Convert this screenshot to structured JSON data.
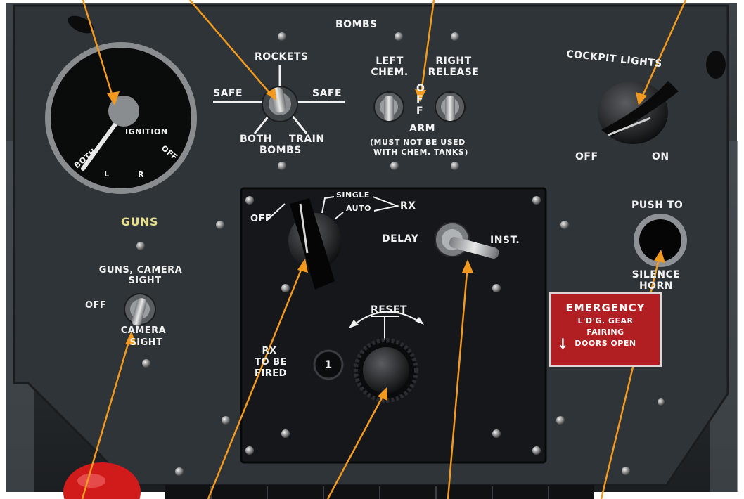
{
  "panel": {
    "bombs_title": "BOMBS",
    "ignition_gauge": {
      "label": "IGNITION",
      "positions": [
        "BOTH",
        "L",
        "R",
        "OFF"
      ]
    },
    "bomb_rocket_selector": {
      "top": "ROCKETS",
      "left": "SAFE",
      "right": "SAFE",
      "bottom_left": "BOTH",
      "bottom_right": "TRAIN",
      "bottom_caption": "BOMBS"
    },
    "bomb_release": {
      "left_label_1": "LEFT",
      "left_label_2": "CHEM.",
      "right_label_1": "RIGHT",
      "right_label_2": "RELEASE",
      "center_vertical": "OFF",
      "arm": "ARM",
      "warning_1": "(MUST NOT BE USED",
      "warning_2": "WITH CHEM. TANKS)"
    },
    "cockpit_lights": {
      "title": "COCKPIT LIGHTS",
      "off": "OFF",
      "on": "ON"
    },
    "guns": {
      "heading": "GUNS",
      "top_1": "GUNS, CAMERA",
      "top_2": "SIGHT",
      "off": "OFF",
      "bottom_1": "CAMERA",
      "bottom_2": "SIGHT"
    },
    "rocket_panel": {
      "off": "OFF",
      "single": "SINGLE",
      "auto": "AUTO",
      "rx": "RX",
      "delay": "DELAY",
      "inst": "INST.",
      "reset": "RESET",
      "counter_label_1": "RX",
      "counter_label_2": "TO BE",
      "counter_label_3": "FIRED",
      "counter_value": "1"
    },
    "horn": {
      "top": "PUSH TO",
      "bottom_1": "SILENCE",
      "bottom_2": "HORN"
    },
    "placard": {
      "line1": "EMERGENCY",
      "line2": "L'D'G. GEAR",
      "line3": "FAIRING",
      "line4": "DOORS OPEN"
    }
  },
  "colors": {
    "panel": "#2e3438",
    "inner_panel": "#15171a",
    "callout": "#f39a1e",
    "placard": "#b21f22",
    "label_white": "#f2f2f2",
    "label_yellow": "#e9e08a"
  }
}
